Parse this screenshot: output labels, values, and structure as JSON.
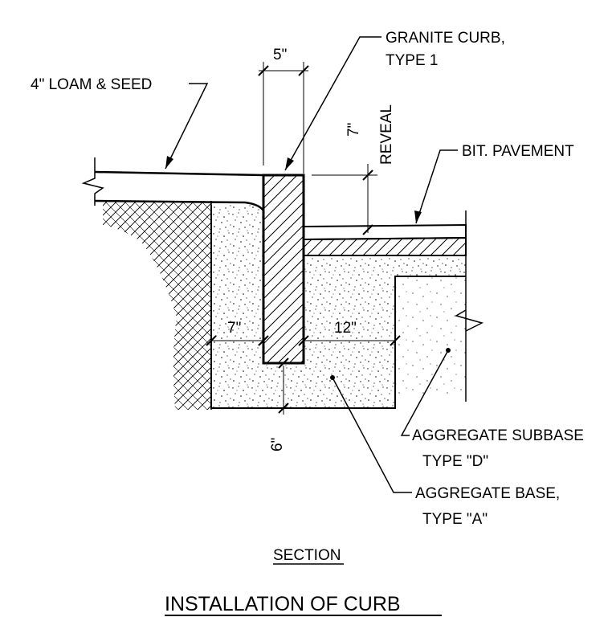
{
  "drawing": {
    "labels": {
      "loam": "4\" LOAM & SEED",
      "curb_line1": "GRANITE CURB,",
      "curb_line2": "TYPE 1",
      "pavement": "BIT. PAVEMENT",
      "subbase_line1": "AGGREGATE SUBBASE",
      "subbase_line2": "TYPE \"D\"",
      "base_line1": "AGGREGATE BASE,",
      "base_line2": "TYPE \"A\""
    },
    "dimensions": {
      "curb_width": "5\"",
      "reveal_value": "7\"",
      "reveal_text": "REVEAL",
      "back_width": "7\"",
      "front_width": "12\"",
      "base_depth": "6\""
    },
    "section_label": "SECTION",
    "title": "INSTALLATION OF CURB"
  }
}
